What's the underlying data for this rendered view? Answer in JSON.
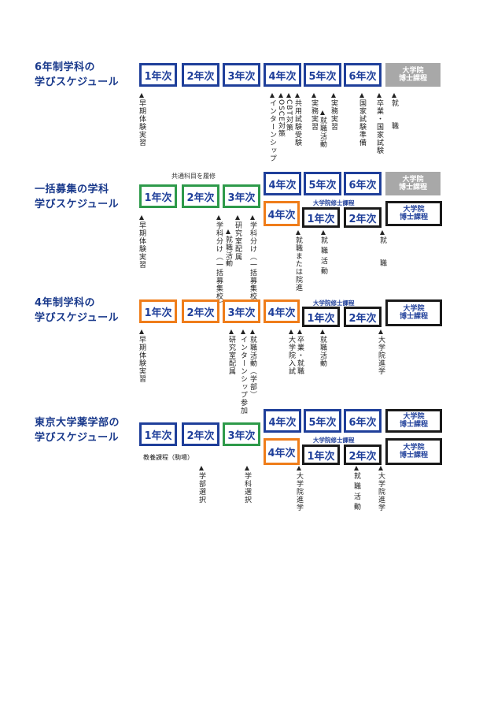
{
  "sections": [
    {
      "title": "6年制学科の\n学びスケジュール",
      "row1": [
        "1年次",
        "2年次",
        "3年次",
        "4年次",
        "5年次",
        "6年次"
      ],
      "grad_box": "大学院\n博士課程",
      "notes": [
        "早期体験実習",
        "インターンシップ",
        "OSCE対策",
        "CBT対策",
        "共用試験受験",
        "実務実習",
        "実務実習",
        "就職活動",
        "国家試験準備",
        "卒業・国家試験",
        "就職"
      ]
    },
    {
      "title": "一括募集の学科\n学びスケジュール",
      "common_header": "共通科目を履修",
      "row1": [
        "1年次",
        "2年次",
        "3年次"
      ],
      "row_top": [
        "4年次",
        "5年次",
        "6年次"
      ],
      "grad_top": "大学院\n博士課程",
      "row_bottom": [
        "4年次",
        "1年次",
        "2年次"
      ],
      "master_header": "大学院修士課程",
      "grad_bottom": "大学院\n博士課程",
      "notes": [
        "早期体験実習",
        "学科分け（一括募集校）",
        "研究室配属",
        "就職活動",
        "学科分け（一括募集校）",
        "就職または院進",
        "就職活動",
        "就職"
      ]
    },
    {
      "title": "4年制学科の\n学びスケジュール",
      "row1": [
        "1年次",
        "2年次",
        "3年次",
        "4年次"
      ],
      "master_header": "大学院修士課程",
      "row2": [
        "1年次",
        "2年次"
      ],
      "grad_box": "大学院\n博士課程",
      "notes": [
        "早期体験実習",
        "研究室配属",
        "インターンシップ参加",
        "就職活動（学部）",
        "大学院入試",
        "卒業・就職",
        "就職活動",
        "大学院進学"
      ]
    },
    {
      "title": "東京大学薬学部の\n学びスケジュール",
      "row1": [
        "1年次",
        "2年次",
        "3年次"
      ],
      "row_top": [
        "4年次",
        "5年次",
        "6年次"
      ],
      "grad_top": "大学院\n博士課程",
      "row_bottom": [
        "4年次",
        "1年次",
        "2年次"
      ],
      "master_header": "大学院修士課程",
      "grad_bottom": "大学院\n博士課程",
      "sub_note": "教養課程（駒場）",
      "notes": [
        "学部選択",
        "学科選択",
        "大学院進学",
        "就職活動",
        "大学院進学"
      ]
    }
  ]
}
